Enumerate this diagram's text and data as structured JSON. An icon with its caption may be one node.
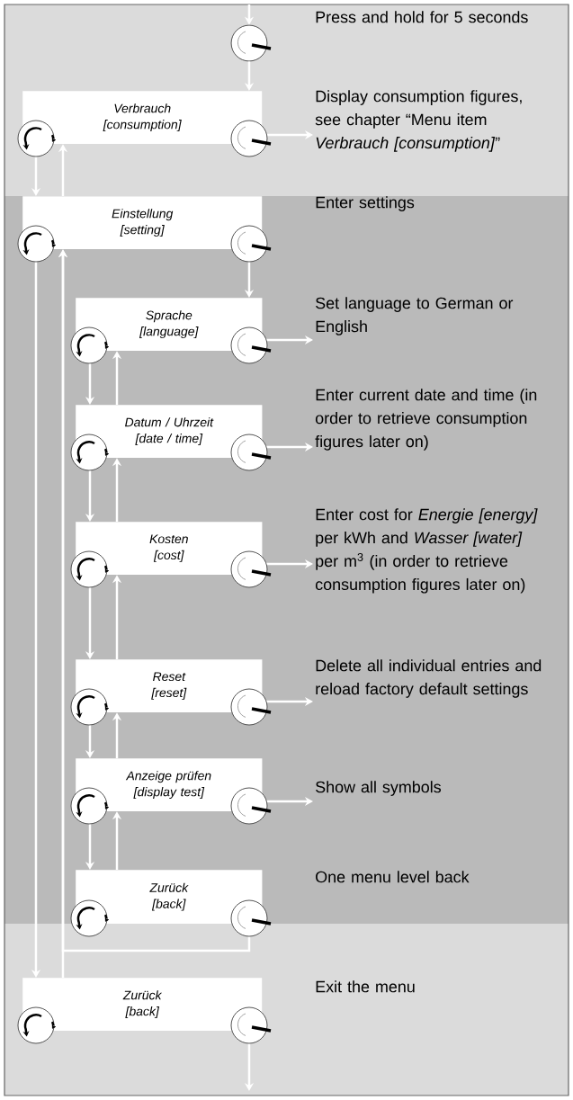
{
  "diagram": {
    "nodes": [
      {
        "text": [],
        "shape": "knob",
        "beside": [
          "Press and hold for 5 seconds"
        ]
      },
      {
        "text": [
          "Verbrauch [consumption]"
        ]
      },
      {
        "text": [
          "Display consumption figures, see chapter “Menu item *Verbrauch [consumption]*”"
        ]
      },
      {
        "text": [
          "Einstellung [setting]"
        ],
        "beside": [
          "Enter settings"
        ]
      },
      {
        "text": [
          "Sprache [language]"
        ]
      },
      {
        "text": [
          "Set language to German or English"
        ]
      },
      {
        "text": [
          "Datum / Uhrzeit [date / time]"
        ]
      },
      {
        "text": [
          "Enter current date and time (in order to retrieve consumption figures later on)"
        ]
      },
      {
        "text": [
          "Kosten [cost]"
        ]
      },
      {
        "text": [
          "Enter cost for *Energie [energy]* per kWh and *Wasser [water]* per m$^{3}$ (in order to retrieve consumption figures later on)"
        ]
      },
      {
        "text": [
          "Reset [reset]"
        ]
      },
      {
        "text": [
          "Delete all individual entries and reload factory default settings"
        ]
      },
      {
        "text": [
          "Anzeige prüfen [display test]"
        ]
      },
      {
        "text": [
          "Show all symbols"
        ]
      },
      {
        "text": [
          "Zurück [back]"
        ],
        "beside": [
          "One menu level back"
        ]
      },
      {
        "text": [
          "Zurück [back]"
        ],
        "beside": [
          "Exit the menu"
        ]
      }
    ],
    "edges": [
      {
        "from": null,
        "to": 0,
        "arrow": "to"
      },
      {
        "from": 0,
        "to": 1,
        "arrow": "to"
      },
      {
        "from": 1,
        "to": 2,
        "arrow": "to"
      },
      {
        "from": 1,
        "to": 3,
        "arrow": "to"
      },
      {
        "from": 3,
        "to": 1,
        "arrow": "to"
      },
      {
        "from": 3,
        "to": 4,
        "arrow": "to"
      },
      {
        "from": 4,
        "to": 5,
        "arrow": "to"
      },
      {
        "from": 4,
        "to": 6,
        "arrow": "to"
      },
      {
        "from": 6,
        "to": 4,
        "arrow": "to"
      },
      {
        "from": 6,
        "to": 7,
        "arrow": "to"
      },
      {
        "from": 6,
        "to": 8,
        "arrow": "to"
      },
      {
        "from": 8,
        "to": 6,
        "arrow": "to"
      },
      {
        "from": 8,
        "to": 9,
        "arrow": "to"
      },
      {
        "from": 8,
        "to": 10,
        "arrow": "to"
      },
      {
        "from": 10,
        "to": 8,
        "arrow": "to"
      },
      {
        "from": 10,
        "to": 11,
        "arrow": "to"
      },
      {
        "from": 10,
        "to": 12,
        "arrow": "to"
      },
      {
        "from": 12,
        "to": 10,
        "arrow": "to"
      },
      {
        "from": 12,
        "to": 13,
        "arrow": "to"
      },
      {
        "from": 12,
        "to": 14,
        "arrow": "to"
      },
      {
        "from": 14,
        "to": 12,
        "arrow": "to"
      },
      {
        "from": 14,
        "to": 3,
        "arrow": "to"
      },
      {
        "from": 15,
        "to": 3,
        "arrow": "to"
      },
      {
        "from": 3,
        "to": 15,
        "arrow": "to"
      },
      {
        "from": 15,
        "to": null,
        "arrow": "to"
      }
    ]
  }
}
